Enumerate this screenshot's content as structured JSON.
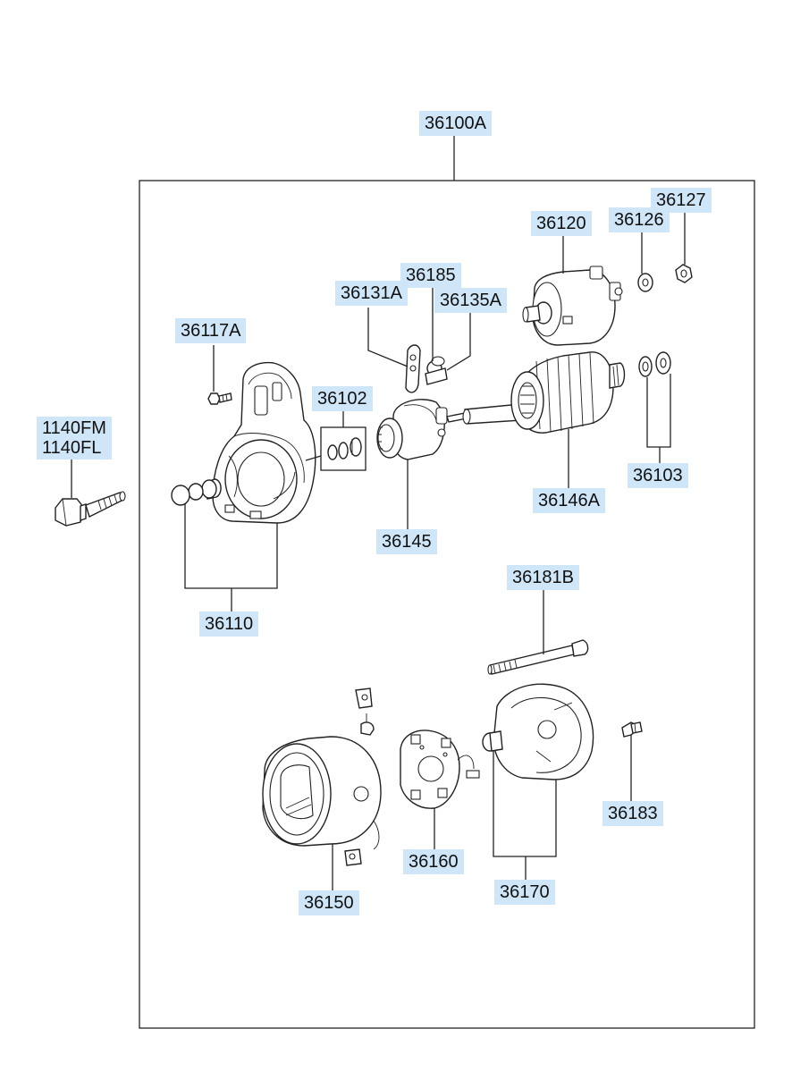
{
  "labels": {
    "assembly": "36100A",
    "bolt_long": "1140FM\n1140FL",
    "p36127": "36127",
    "p36126": "36126",
    "p36120": "36120",
    "p36185": "36185",
    "p36131A": "36131A",
    "p36135A": "36135A",
    "p36117A": "36117A",
    "p36102": "36102",
    "p36103": "36103",
    "p36146A": "36146A",
    "p36145": "36145",
    "p36110": "36110",
    "p36181B": "36181B",
    "p36183": "36183",
    "p36160": "36160",
    "p36170": "36170",
    "p36150": "36150"
  },
  "colors": {
    "label_bg": "#cfe6f8",
    "line": "#222222"
  }
}
